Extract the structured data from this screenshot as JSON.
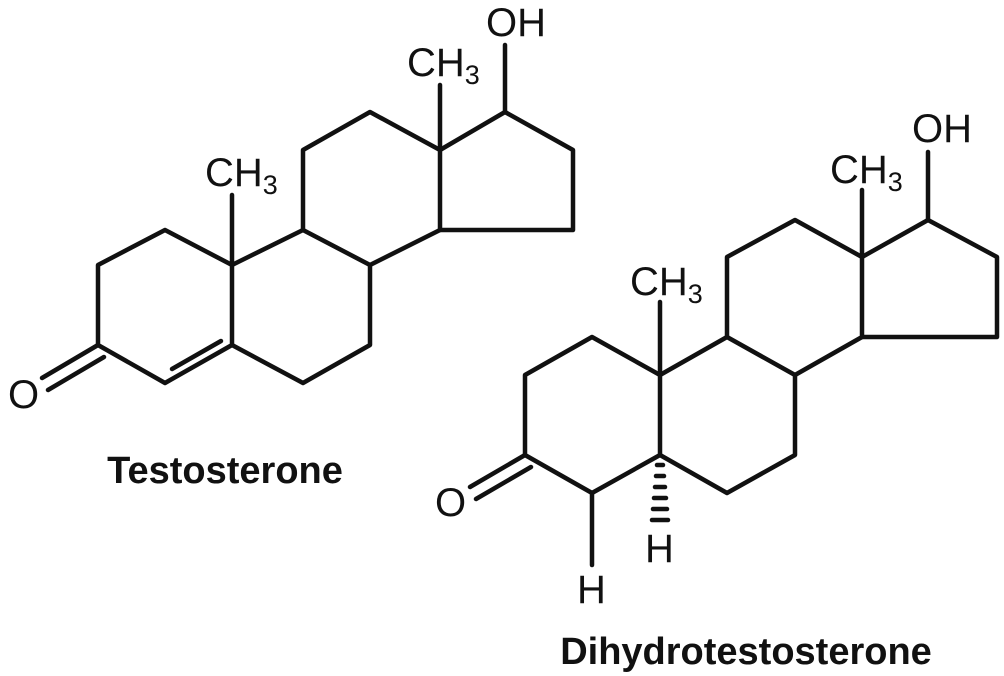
{
  "molecules": {
    "testosterone": {
      "name": "Testosterone",
      "hydroxyl": "OH",
      "methyl_c18": {
        "main": "CH",
        "sub": "3"
      },
      "methyl_c19": {
        "main": "CH",
        "sub": "3"
      },
      "ketone_oxygen": "O"
    },
    "dihydrotestosterone": {
      "name": "Dihydrotestosterone",
      "hydroxyl": "OH",
      "methyl_c18": {
        "main": "CH",
        "sub": "3"
      },
      "methyl_c19": {
        "main": "CH",
        "sub": "3"
      },
      "ketone_oxygen": "O",
      "hydrogen_c4": "H",
      "hydrogen_c5": "H"
    }
  }
}
